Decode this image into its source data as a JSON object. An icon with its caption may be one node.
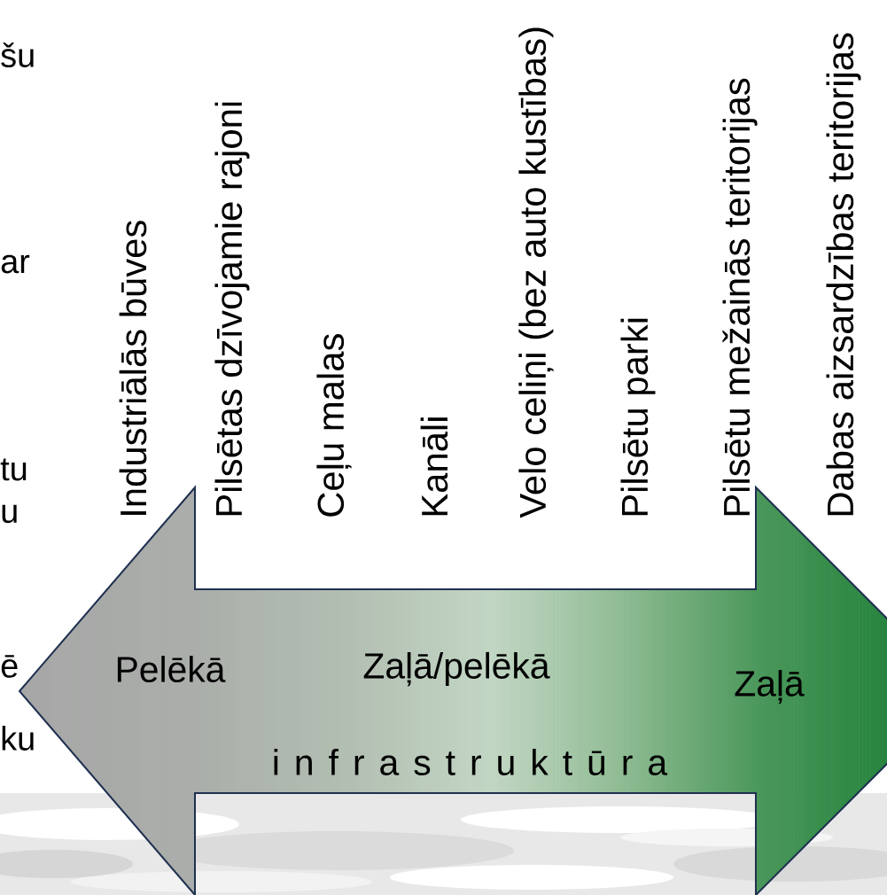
{
  "diagram": {
    "nodes": [
      {
        "text": [
          "Pelēkā",
          "Zaļā/pelēkā",
          "Zaļā",
          "i n f r a s t r u k t ū r a"
        ]
      }
    ],
    "labels": [
      "šu",
      "ar",
      "tu",
      "u",
      "ē",
      "ku",
      "Industriālās būves",
      "Pilsētas dzīvojamie rajoni",
      "Ceļu malas",
      "Kanāli",
      "Velo celiņi (bez auto kustības)",
      "Pilsētu parki",
      "Pilsētu mežainās teritorijas",
      "Dabas aizsardzības teritorijas"
    ]
  }
}
